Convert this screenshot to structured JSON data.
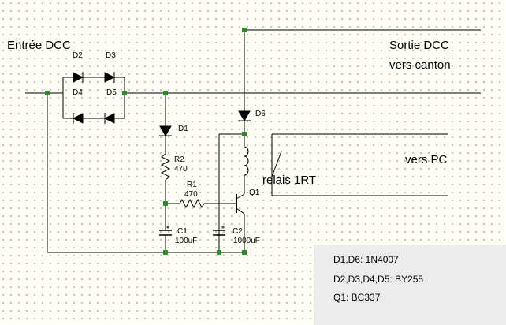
{
  "labels": {
    "entree": "Entrée DCC",
    "sortie": "Sortie DCC",
    "canton": "vers canton",
    "vers_pc": "vers PC",
    "relais": "relais 1RT"
  },
  "components": {
    "d1": "D1",
    "d2": "D2",
    "d3": "D3",
    "d4": "D4",
    "d5": "D5",
    "d6": "D6",
    "r1": "R1",
    "r1_value": "470",
    "r2": "R2",
    "r2_value": "470",
    "c1": "C1",
    "c1_value": "100uF",
    "c2": "C2",
    "c2_value": "1000uF",
    "q1": "Q1"
  },
  "legend": {
    "line1": "D1,D6: 1N4007",
    "line2": "D2,D3,D4,D5: BY255",
    "line3": "Q1: BC337"
  },
  "colors": {
    "wire": "#000000",
    "node": "#2a8a2a",
    "legend_bg": "#ececec"
  }
}
